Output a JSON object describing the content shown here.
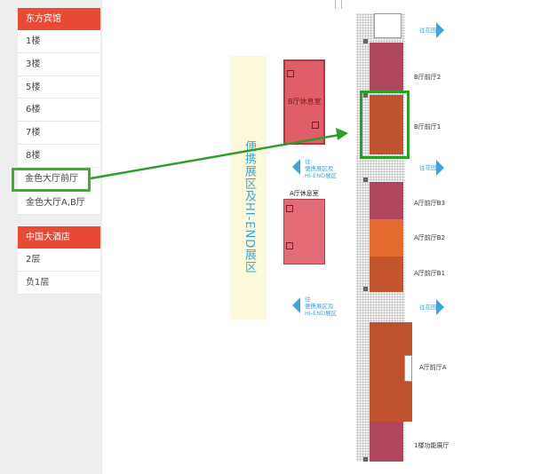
{
  "sidebar": {
    "groups": [
      {
        "title": "东方宾馆",
        "items": [
          "1楼",
          "3楼",
          "5楼",
          "6楼",
          "7楼",
          "8楼",
          "金色大厅前厅",
          "金色大厅A,B厅"
        ],
        "active_item": "金色大厅前厅"
      },
      {
        "title": "中国大酒店",
        "items": [
          "2层",
          "负1层"
        ]
      }
    ]
  },
  "map": {
    "banner_text": "便携展区及HI-END展区",
    "rooms": {
      "b_lounge": "B厅休息室",
      "a_lounge": "A厅休息室"
    },
    "halls": {
      "b2": "B厅前厅2",
      "b1": "B厅前厅1",
      "a_b3": "A厅前厅B3",
      "a_b2": "A厅前厅B2",
      "a_b1": "A厅前厅B1",
      "a": "A厅前厅A",
      "f1": "1楼功能展厅"
    },
    "directions": {
      "to_garden_1": "往花园",
      "to_garden_2": "往花园",
      "to_garden_3": "往花园",
      "to_portable_1": [
        "往",
        "便携展区及",
        "HI-END展区"
      ],
      "to_portable_2": [
        "往",
        "便携展区及",
        "HI-END展区"
      ]
    }
  },
  "colors": {
    "accent_red": "#e84a35",
    "highlight_green": "#2e9e2a",
    "direction_blue": "#3ea6dc"
  }
}
